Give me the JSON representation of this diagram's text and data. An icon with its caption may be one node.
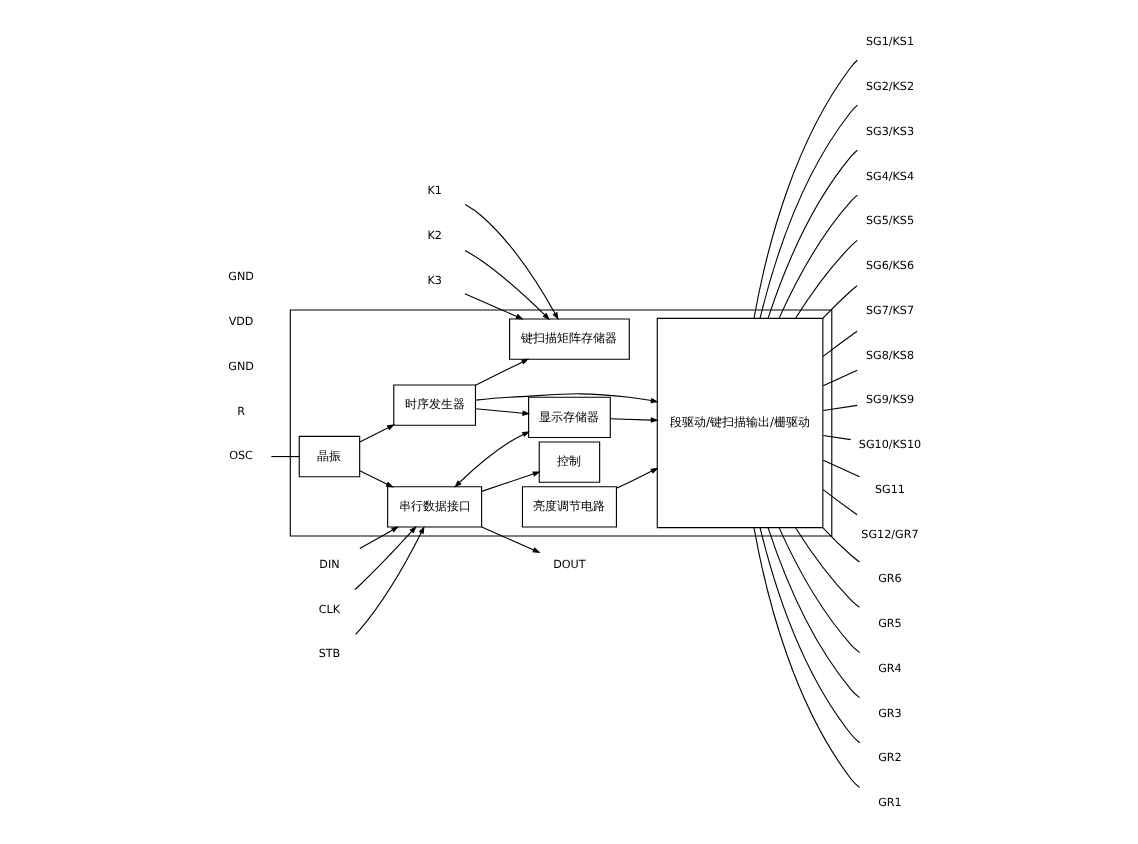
{
  "diagram": {
    "nodes": [
      {
        "text": [],
        "shape": "box"
      },
      {
        "text": [
          "串行数据接口"
        ],
        "in": 0
      },
      {
        "text": [
          "控制"
        ],
        "in": 0
      },
      {
        "text": [
          "显示存储器"
        ],
        "in": 0
      },
      {
        "text": [
          "晶振"
        ],
        "in": 0
      },
      {
        "text": [
          "时序发生器"
        ],
        "in": 0
      },
      {
        "text": [
          "键扫描矩阵存储器"
        ],
        "in": 0
      },
      {
        "text": [
          "段驱动/键扫描输出/栅驱动"
        ],
        "in": 0
      },
      {
        "text": [
          "亮度调节电路"
        ],
        "in": 0
      },
      {
        "text": [
          "DIN"
        ]
      },
      {
        "text": [
          "DOUT"
        ]
      },
      {
        "text": [
          "CLK"
        ]
      },
      {
        "text": [
          "STB"
        ]
      },
      {
        "text": [
          "OSC"
        ]
      },
      {
        "text": [
          "SG1/KS1"
        ]
      },
      {
        "text": [
          "SG2/KS2"
        ]
      },
      {
        "text": [
          "SG3/KS3"
        ]
      },
      {
        "text": [
          "SG4/KS4"
        ]
      },
      {
        "text": [
          "SG5/KS5"
        ]
      },
      {
        "text": [
          "SG6/KS6"
        ]
      },
      {
        "text": [
          "SG7/KS7"
        ]
      },
      {
        "text": [
          "SG8/KS8"
        ]
      },
      {
        "text": [
          "SG9/KS9"
        ]
      },
      {
        "text": [
          "SG10/KS10"
        ]
      },
      {
        "text": [
          "SG11"
        ]
      },
      {
        "text": [
          "SG12/GR7"
        ]
      },
      {
        "text": [
          "GR6"
        ]
      },
      {
        "text": [
          "GR5"
        ]
      },
      {
        "text": [
          "GR4"
        ]
      },
      {
        "text": [
          "GR3"
        ]
      },
      {
        "text": [
          "GR2"
        ]
      },
      {
        "text": [
          "GR1"
        ]
      },
      {
        "text": [
          "K1"
        ]
      },
      {
        "text": [
          "K2"
        ]
      },
      {
        "text": [
          "K3"
        ]
      }
    ],
    "edges": [
      {
        "from": 9,
        "to": 1,
        "arrow": "to"
      },
      {
        "from": 1,
        "to": 10,
        "arrow": "to"
      },
      {
        "from": 11,
        "to": 1,
        "arrow": "to"
      },
      {
        "from": 12,
        "to": 1,
        "arrow": "to"
      },
      {
        "from": 13,
        "to": 4,
        "arrow": "none"
      },
      {
        "from": 4,
        "to": 1,
        "arrow": "to"
      },
      {
        "from": 4,
        "to": 5,
        "arrow": "to"
      },
      {
        "from": 1,
        "to": 2,
        "arrow": "to"
      },
      {
        "from": 1,
        "to": 3,
        "arrow": "both"
      },
      {
        "from": 5,
        "to": 3,
        "arrow": "to"
      },
      {
        "from": 5,
        "to": 6,
        "arrow": "to"
      },
      {
        "from": 3,
        "to": 7,
        "arrow": "to"
      },
      {
        "from": 5,
        "to": 7,
        "arrow": "to"
      },
      {
        "from": 32,
        "to": 6,
        "arrow": "to"
      },
      {
        "from": 33,
        "to": 6,
        "arrow": "to"
      },
      {
        "from": 34,
        "to": 6,
        "arrow": "to"
      },
      {
        "from": 8,
        "to": 7,
        "arrow": "to"
      },
      {
        "from": 7,
        "to": 14,
        "arrow": "none"
      },
      {
        "from": 7,
        "to": 15,
        "arrow": "none"
      },
      {
        "from": 7,
        "to": 16,
        "arrow": "none"
      },
      {
        "from": 7,
        "to": 17,
        "arrow": "none"
      },
      {
        "from": 7,
        "to": 18,
        "arrow": "none"
      },
      {
        "from": 7,
        "to": 19,
        "arrow": "none"
      },
      {
        "from": 7,
        "to": 20,
        "arrow": "none"
      },
      {
        "from": 7,
        "to": 21,
        "arrow": "none"
      },
      {
        "from": 7,
        "to": 22,
        "arrow": "none"
      },
      {
        "from": 7,
        "to": 23,
        "arrow": "none"
      },
      {
        "from": 7,
        "to": 24,
        "arrow": "none"
      },
      {
        "from": 7,
        "to": 25,
        "arrow": "none"
      },
      {
        "from": 7,
        "to": 26,
        "arrow": "none"
      },
      {
        "from": 7,
        "to": 27,
        "arrow": "none"
      },
      {
        "from": 7,
        "to": 28,
        "arrow": "none"
      },
      {
        "from": 7,
        "to": 29,
        "arrow": "none"
      },
      {
        "from": 7,
        "to": 30,
        "arrow": "none"
      },
      {
        "from": 7,
        "to": 31,
        "arrow": "none"
      }
    ],
    "labels": [
      "R",
      "GND",
      "VDD",
      "GND"
    ]
  }
}
